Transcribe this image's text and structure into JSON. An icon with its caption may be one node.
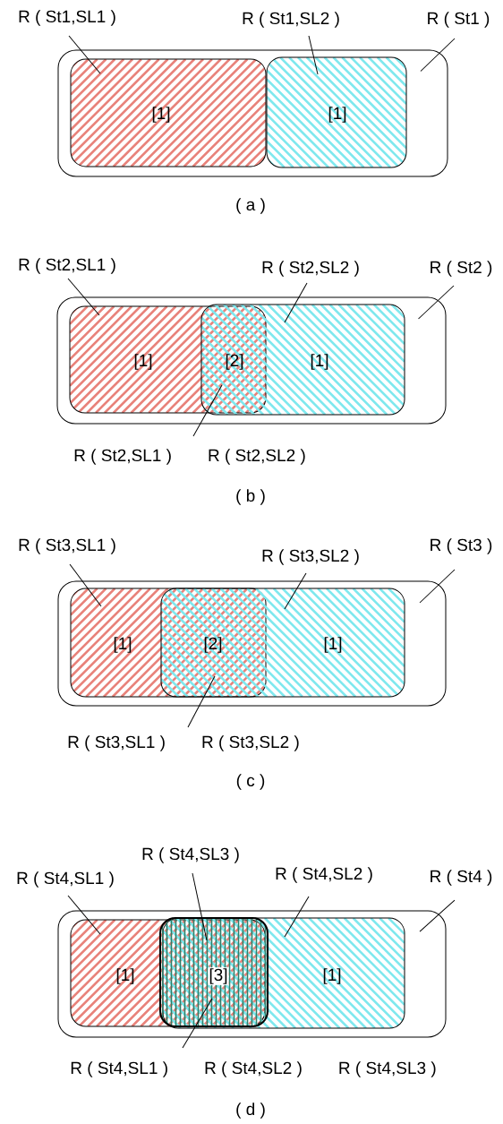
{
  "diagram": {
    "nodes": [
      {
        "text": [
          "R ( St1,SL1 )"
        ]
      },
      {
        "text": [
          "R ( St1,SL2 )"
        ]
      },
      {
        "text": [
          "R ( St1 )"
        ]
      },
      {
        "text": [],
        "shape": "box"
      },
      {
        "text": [
          "[1]"
        ],
        "in": 3
      },
      {
        "text": [
          "[1]"
        ],
        "in": 3
      },
      {
        "text": [
          "R ( St2,SL1 )"
        ]
      },
      {
        "text": [
          "R ( St2,SL2 )"
        ]
      },
      {
        "text": [
          "R ( St2 )"
        ]
      },
      {
        "text": [],
        "shape": "box"
      },
      {
        "text": [
          "[1]"
        ],
        "in": 9
      },
      {
        "text": [
          "[2]"
        ]
      },
      {
        "text": [
          "[1]"
        ],
        "in": 9
      },
      {
        "text": [
          "R ( St2,SL1 )",
          "R ( St2,SL2 )"
        ]
      },
      {
        "text": [
          "R ( St3,SL1 )"
        ]
      },
      {
        "text": [
          "R ( St3,SL2 )"
        ]
      },
      {
        "text": [
          "R ( St3 )"
        ]
      },
      {
        "text": [],
        "shape": "box"
      },
      {
        "text": [
          "[1]"
        ],
        "in": 17
      },
      {
        "text": [
          "[2]"
        ]
      },
      {
        "text": [
          "[1]"
        ],
        "in": 17
      },
      {
        "text": [
          "R ( St3,SL1 )",
          "R ( St3,SL2 )"
        ]
      },
      {
        "text": [
          "R ( St4,SL1 )"
        ]
      },
      {
        "text": [
          "R ( St4,SL3 )"
        ]
      },
      {
        "text": [
          "R ( St4,SL2 )"
        ]
      },
      {
        "text": [
          "R ( St4 )"
        ]
      },
      {
        "text": [],
        "shape": "box"
      },
      {
        "text": [
          "[1]"
        ],
        "in": 26
      },
      {
        "text": [
          "[3]"
        ]
      },
      {
        "text": [
          "[1]"
        ],
        "in": 26
      },
      {
        "text": [
          "R ( St4,SL1 )",
          "R ( St4,SL2 )",
          "R ( St4,SL3 )"
        ]
      }
    ],
    "edges": [
      {
        "from": 0,
        "to": 4,
        "arrow": "none"
      },
      {
        "from": 1,
        "to": 5,
        "arrow": "none"
      },
      {
        "from": 2,
        "to": 3,
        "arrow": "none"
      },
      {
        "from": 6,
        "to": 10,
        "arrow": "none"
      },
      {
        "from": 7,
        "to": 12,
        "arrow": "none"
      },
      {
        "from": 8,
        "to": 9,
        "arrow": "none"
      },
      {
        "from": 13,
        "to": 11,
        "arrow": "none"
      },
      {
        "from": 14,
        "to": 18,
        "arrow": "none"
      },
      {
        "from": 15,
        "to": 20,
        "arrow": "none"
      },
      {
        "from": 16,
        "to": 17,
        "arrow": "none"
      },
      {
        "from": 21,
        "to": 19,
        "arrow": "none"
      },
      {
        "from": 22,
        "to": 27,
        "arrow": "none"
      },
      {
        "from": 23,
        "to": 28,
        "arrow": "none"
      },
      {
        "from": 24,
        "to": 29,
        "arrow": "none"
      },
      {
        "from": 25,
        "to": 26,
        "arrow": "none"
      },
      {
        "from": 30,
        "to": 28,
        "arrow": "none"
      }
    ],
    "labels": [
      "( a )",
      "( b )",
      "( c )",
      "( d )"
    ]
  }
}
